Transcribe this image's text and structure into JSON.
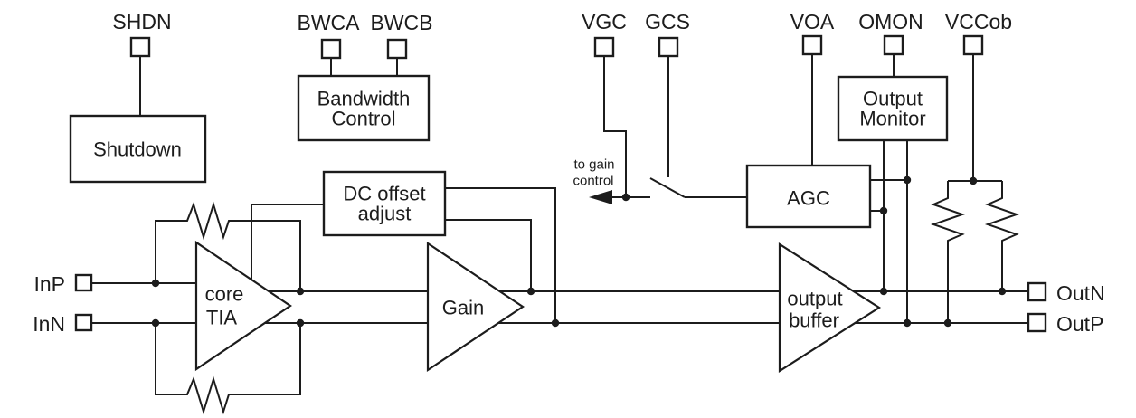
{
  "diagram": {
    "background_color": "#ffffff",
    "line_color": "#1c1c1c",
    "pins": {
      "shdn": "SHDN",
      "bwca": "BWCA",
      "bwcb": "BWCB",
      "vgc": "VGC",
      "gcs": "GCS",
      "voa": "VOA",
      "omon": "OMON",
      "vccob": "VCCob",
      "inp": "InP",
      "inn": "InN",
      "outn": "OutN",
      "outp": "OutP"
    },
    "blocks": {
      "shutdown": "Shutdown",
      "bandwidth_control": {
        "line1": "Bandwidth",
        "line2": "Control"
      },
      "dc_offset_adjust": {
        "line1": "DC offset",
        "line2": "adjust"
      },
      "agc": "AGC",
      "output_monitor": {
        "line1": "Output",
        "line2": "Monitor"
      },
      "core_tia": {
        "line1": "core",
        "line2": "TIA"
      },
      "gain": "Gain",
      "output_buffer": {
        "line1": "output",
        "line2": "buffer"
      }
    },
    "annotations": {
      "to_gain_control": {
        "line1": "to gain",
        "line2": "control"
      }
    }
  }
}
